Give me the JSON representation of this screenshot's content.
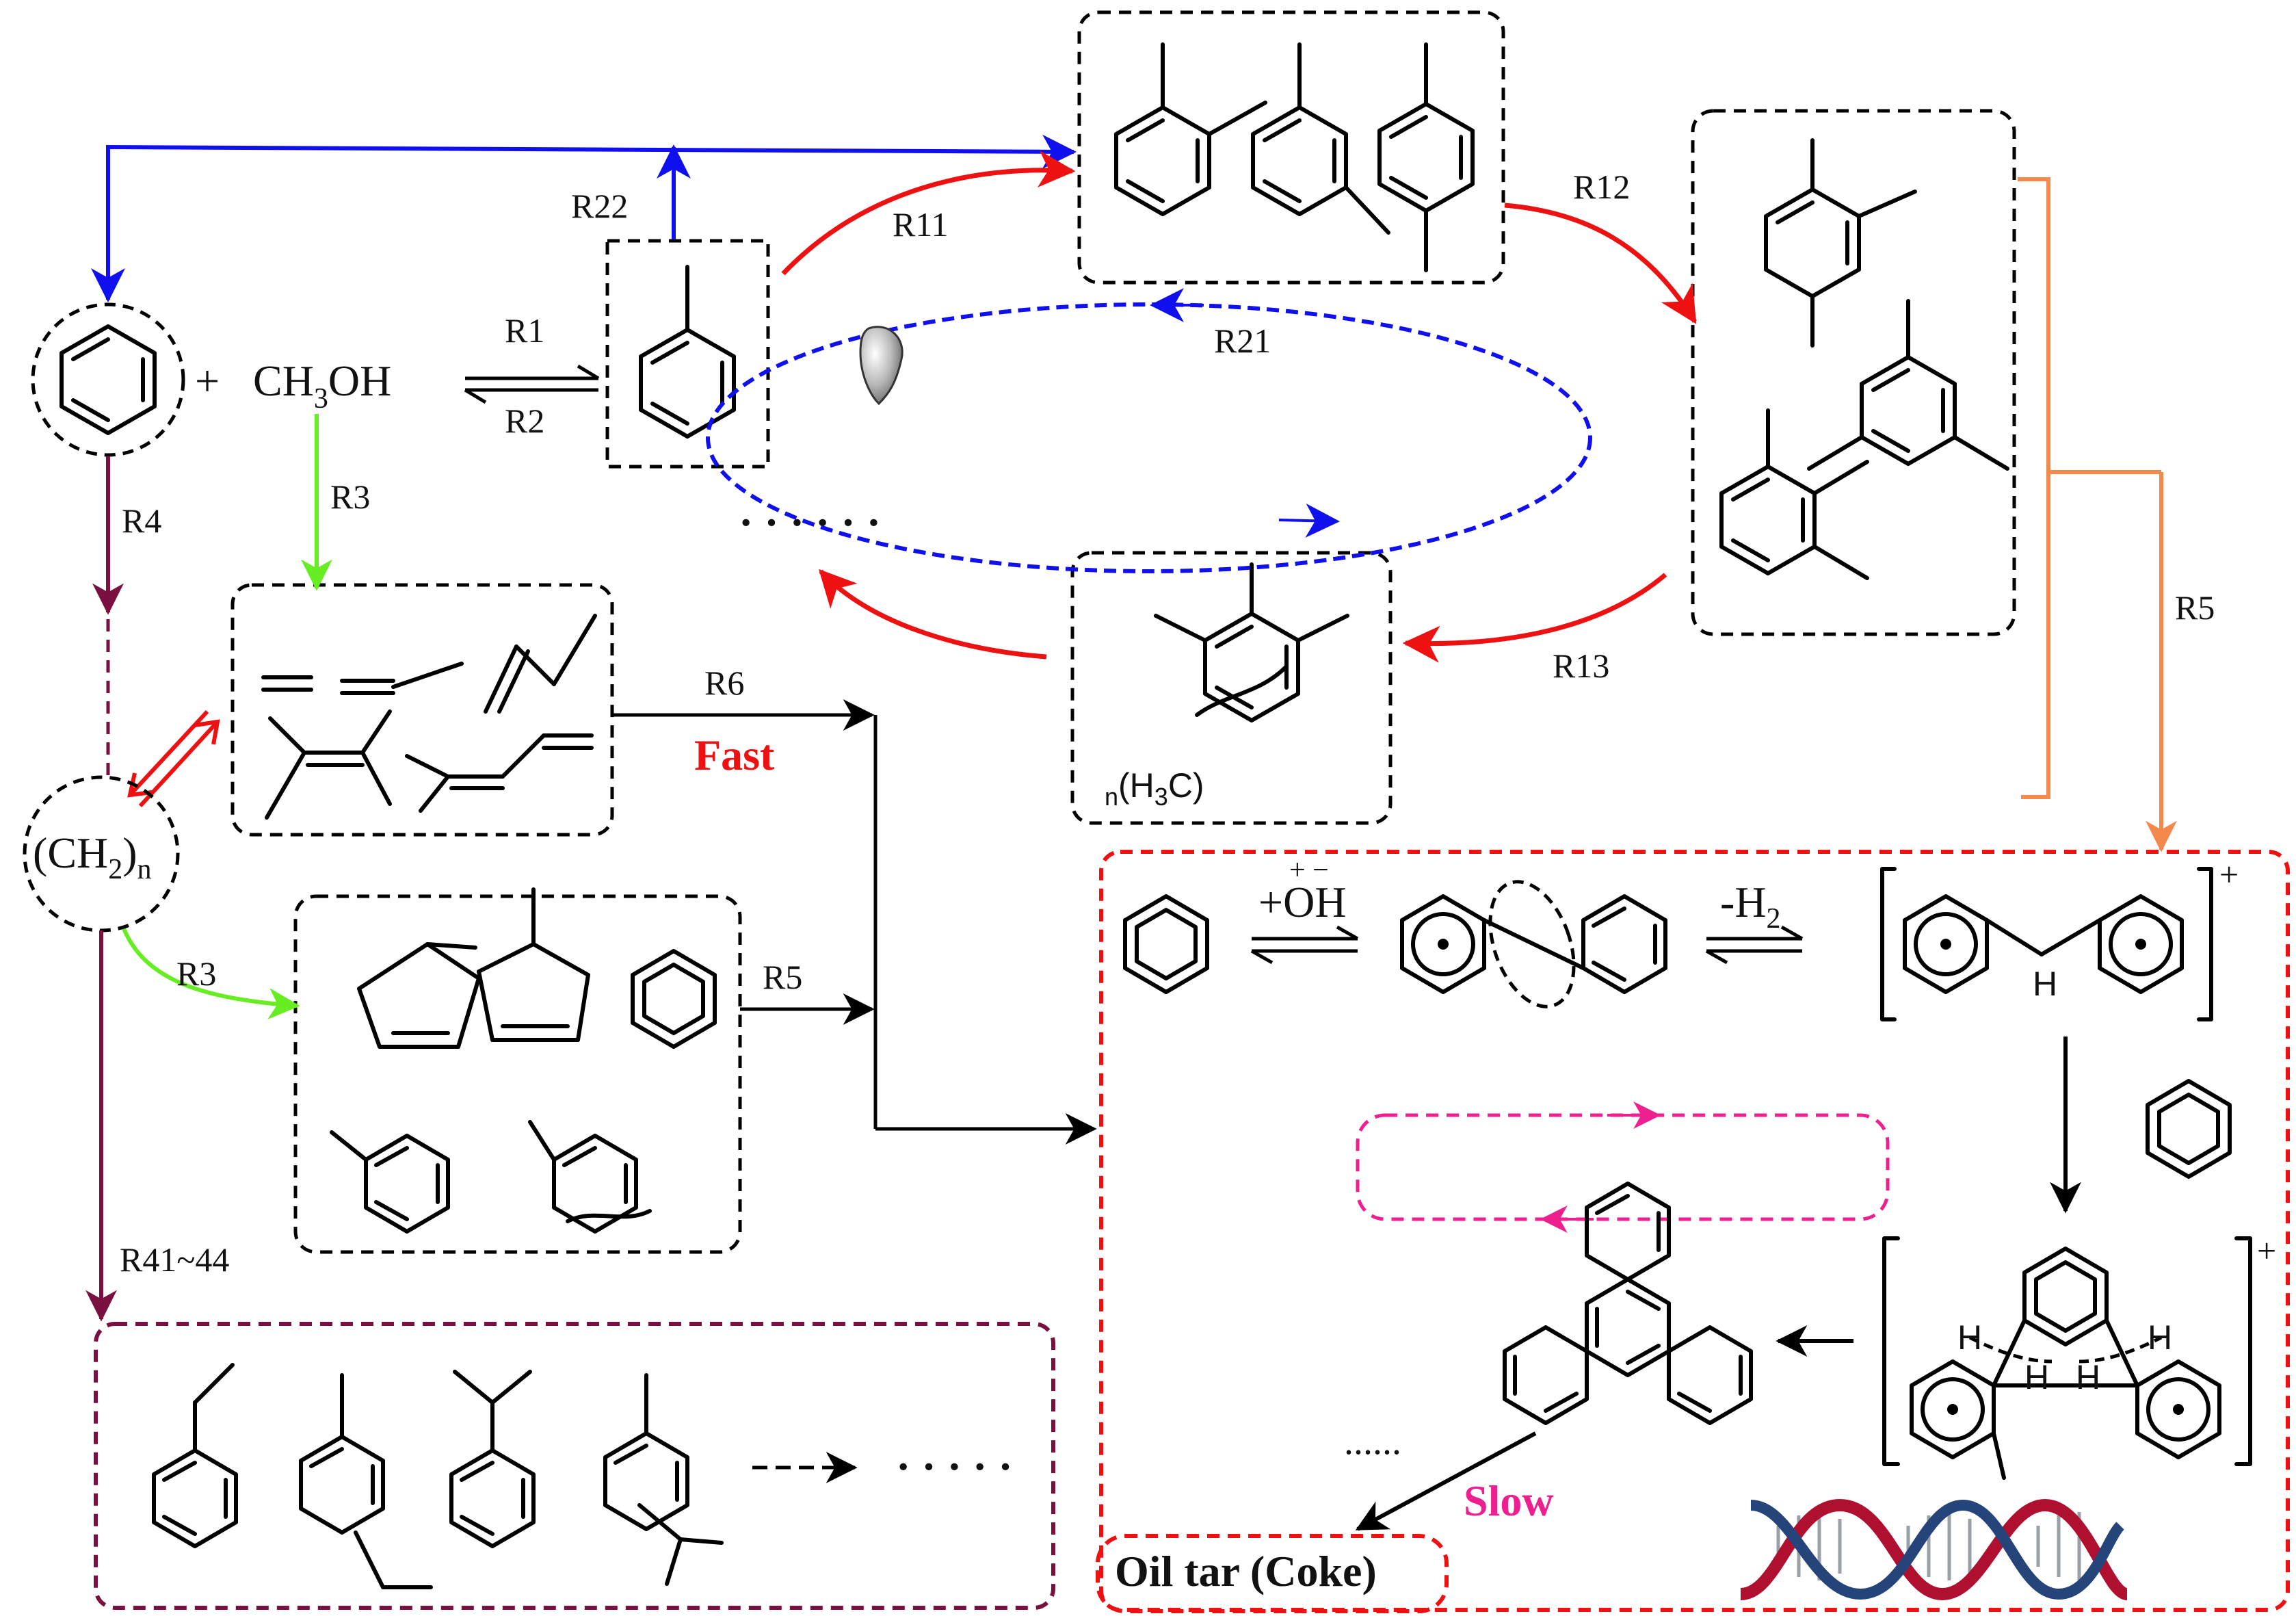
{
  "reactant": {
    "plus": "+",
    "methanol": "CH",
    "methanol_sub": "3",
    "methanol_tail": "OH"
  },
  "pool": {
    "prefix": "(CH",
    "sub": "2",
    "suffix": ")",
    "sub_n": "n"
  },
  "substituent_label": {
    "n": "n",
    "h3c": "(H",
    "sub3": "3",
    "c": "C)"
  },
  "reactions": {
    "r1": "R1",
    "r2": "R2",
    "r3a": "R3",
    "r3b": "R3",
    "r4": "R4",
    "r5a": "R5",
    "r5b": "R5",
    "r6": "R6",
    "r11": "R11",
    "r12": "R12",
    "r13": "R13",
    "r21": "R21",
    "r22": "R22",
    "r41_44": "R41~44"
  },
  "rate_labels": {
    "fast": "Fast",
    "slow": "Slow"
  },
  "coke_mechanism": {
    "oh_charge": "+ −",
    "oh": "+OH",
    "h2_minus": "-H",
    "h2_sub": "2",
    "plus1": "+",
    "plus2": "+",
    "h_bridge": "H",
    "h_labels": [
      "H",
      "H",
      "H",
      "H"
    ],
    "dots": "......",
    "product": "Oil tar (Coke)"
  },
  "ellipses": {
    "cycle_dots": "· · · · · ·",
    "alkylbenzene_dots": "· · · · ·"
  },
  "colors": {
    "blue": "#1010ee",
    "red": "#ee1111",
    "green": "#66ee22",
    "maroon": "#7a1040",
    "orange": "#f4894e",
    "pink": "#ee1f8f",
    "black": "#000000"
  }
}
